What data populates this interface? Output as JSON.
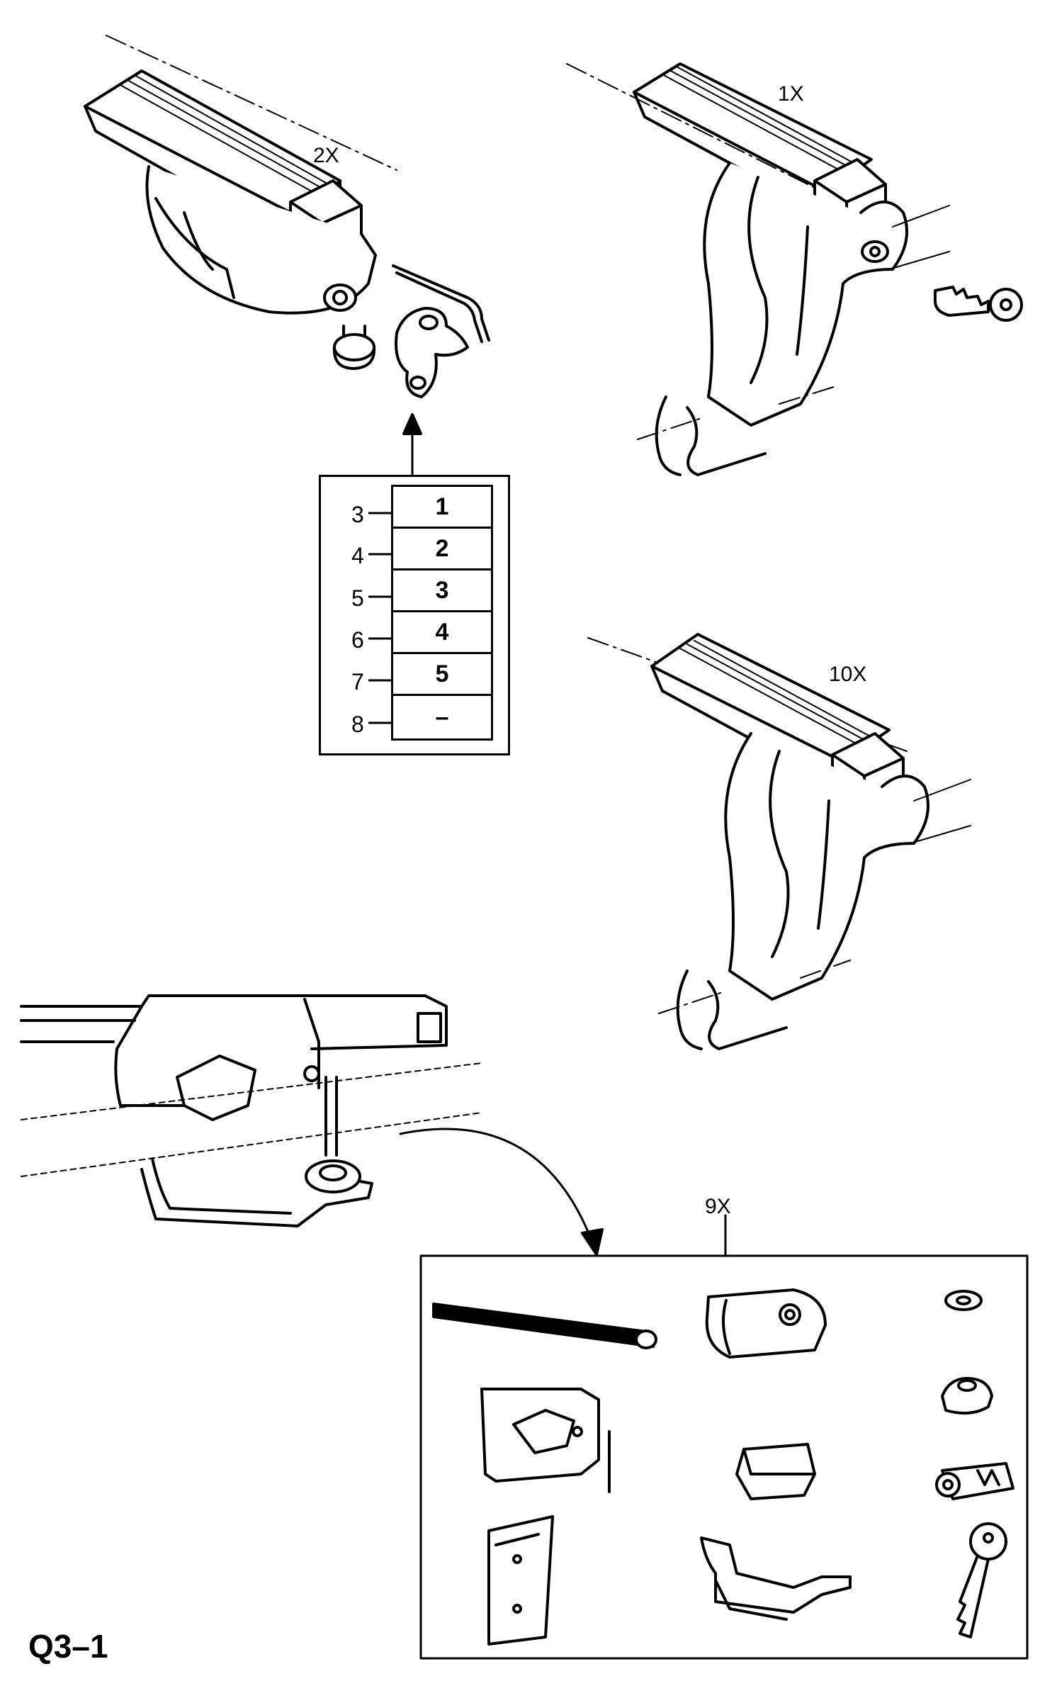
{
  "labels": {
    "assembly_2x": "2X",
    "assembly_1x": "1X",
    "assembly_10x": "10X",
    "kit_9x": "9X",
    "figure_code": "Q3–1"
  },
  "size_table": {
    "rows": [
      {
        "ref": "3",
        "value": "1"
      },
      {
        "ref": "4",
        "value": "2"
      },
      {
        "ref": "5",
        "value": "3"
      },
      {
        "ref": "6",
        "value": "4"
      },
      {
        "ref": "7",
        "value": "5"
      },
      {
        "ref": "8",
        "value": "–"
      }
    ]
  },
  "icons": [
    "roof-bar-icon",
    "knob-icon",
    "hex-key-icon",
    "lock-key-icon",
    "clamp-icon",
    "rubber-strip-icon",
    "end-cap-icon",
    "washer-icon",
    "lock-cylinder-icon",
    "bracket-icon"
  ]
}
